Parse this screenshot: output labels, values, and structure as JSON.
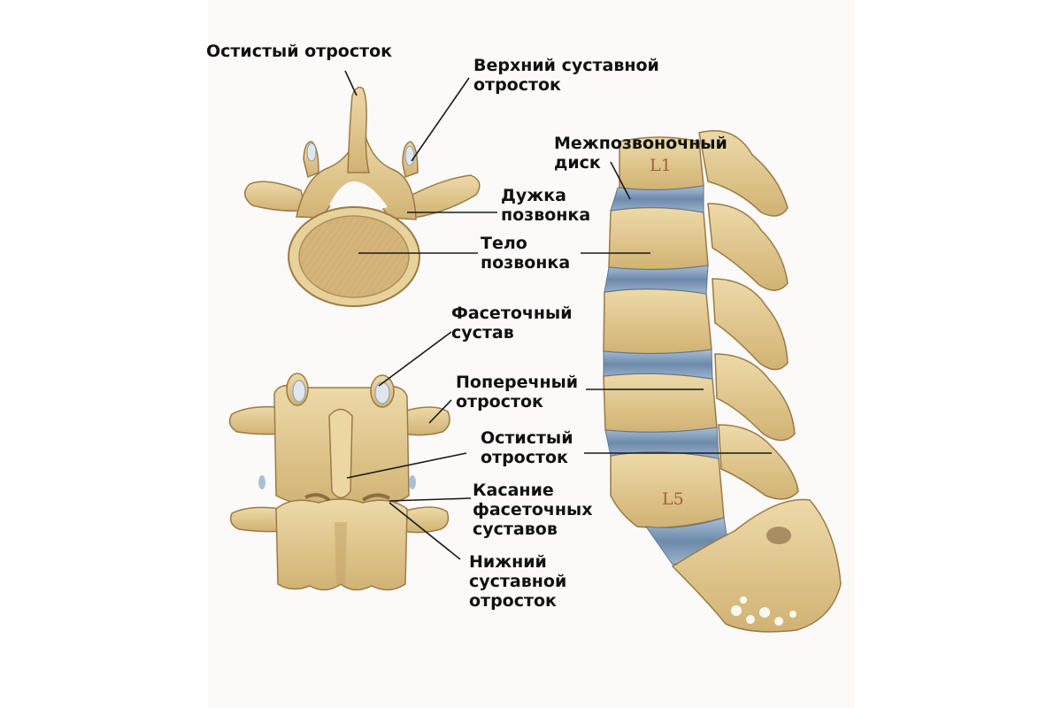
{
  "labels": {
    "spinous_top": "Остистый отросток",
    "superior_articular": "Верхний суставной\nотросток",
    "intervertebral_disc": "Межпозвоночный\nдиск",
    "lamina": "Дужка\nпозвонка",
    "vertebral_body": "Тело\nпозвонка",
    "facet_joint": "Фасеточный\nсустав",
    "transverse_process": "Поперечный\nотросток",
    "spinous_middle": "Остистый\nотросток",
    "facet_contact": "Касание\nфасеточных\nсуставов",
    "inferior_articular": "Нижний\nсуставной\nотросток"
  },
  "vertebra_marks": {
    "top": "L1",
    "bottom": "L5"
  },
  "colors": {
    "bone": "#e2c991",
    "bone_dark": "#b28f56",
    "disc": "#7f9ab8",
    "label_text": "#111111",
    "leader_line": "#1a1a1a"
  }
}
